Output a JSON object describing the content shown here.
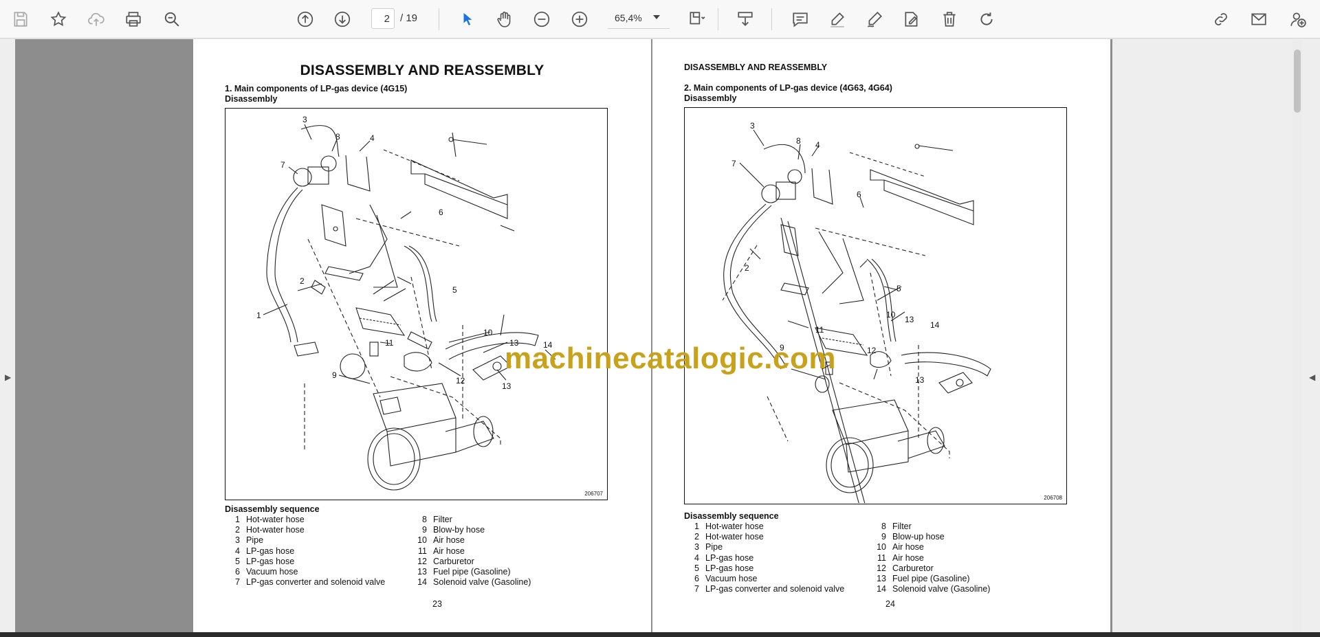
{
  "toolbar": {
    "page_current": "2",
    "page_total": "/ 19",
    "zoom": "65,4%",
    "icons": [
      "save-icon",
      "bookmark-star-icon",
      "upload-cloud-icon",
      "print-icon",
      "zoom-search-icon",
      "prev-page-icon",
      "next-page-icon",
      "select-cursor-icon",
      "hand-tool-icon",
      "zoom-out-icon",
      "zoom-in-icon",
      "page-fit-icon",
      "scroll-mode-icon",
      "comment-icon",
      "highlight-icon",
      "draw-icon",
      "fill-sign-icon",
      "delete-icon",
      "rotate-icon",
      "share-link-icon",
      "mail-icon",
      "add-user-icon"
    ]
  },
  "watermark": "machinecatalogic.com",
  "left_page": {
    "title": "DISASSEMBLY AND REASSEMBLY",
    "section": "1. Main components of LP-gas device (4G15)",
    "subsection": "Disassembly",
    "figure_id": "206707",
    "callouts": [
      "1",
      "2",
      "3",
      "4",
      "5",
      "6",
      "7",
      "8",
      "9",
      "10",
      "11",
      "12",
      "13",
      "13",
      "14"
    ],
    "sequence_title": "Disassembly sequence",
    "sequence_col1": [
      {
        "n": "1",
        "label": "Hot-water hose"
      },
      {
        "n": "2",
        "label": "Hot-water hose"
      },
      {
        "n": "3",
        "label": "Pipe"
      },
      {
        "n": "4",
        "label": "LP-gas hose"
      },
      {
        "n": "5",
        "label": "LP-gas hose"
      },
      {
        "n": "6",
        "label": "Vacuum hose"
      },
      {
        "n": "7",
        "label": "LP-gas converter and solenoid valve"
      }
    ],
    "sequence_col2": [
      {
        "n": "8",
        "label": "Filter"
      },
      {
        "n": "9",
        "label": "Blow-by hose"
      },
      {
        "n": "10",
        "label": "Air hose"
      },
      {
        "n": "11",
        "label": "Air hose"
      },
      {
        "n": "12",
        "label": "Carburetor"
      },
      {
        "n": "13",
        "label": "Fuel pipe (Gasoline)"
      },
      {
        "n": "14",
        "label": "Solenoid valve (Gasoline)"
      }
    ],
    "page_number": "23"
  },
  "right_page": {
    "header": "DISASSEMBLY AND REASSEMBLY",
    "section": "2. Main components of LP-gas device (4G63, 4G64)",
    "subsection": "Disassembly",
    "figure_id": "206708",
    "callouts": [
      "2",
      "3",
      "4",
      "5",
      "6",
      "7",
      "8",
      "9",
      "10",
      "11",
      "12",
      "13",
      "13",
      "14"
    ],
    "sequence_title": "Disassembly sequence",
    "sequence_col1": [
      {
        "n": "1",
        "label": "Hot-water hose"
      },
      {
        "n": "2",
        "label": "Hot-water hose"
      },
      {
        "n": "3",
        "label": "Pipe"
      },
      {
        "n": "4",
        "label": "LP-gas hose"
      },
      {
        "n": "5",
        "label": "LP-gas hose"
      },
      {
        "n": "6",
        "label": "Vacuum hose"
      },
      {
        "n": "7",
        "label": "LP-gas converter and solenoid valve"
      }
    ],
    "sequence_col2": [
      {
        "n": "8",
        "label": "Filter"
      },
      {
        "n": "9",
        "label": "Blow-up hose"
      },
      {
        "n": "10",
        "label": "Air hose"
      },
      {
        "n": "11",
        "label": "Air hose"
      },
      {
        "n": "12",
        "label": "Carburetor"
      },
      {
        "n": "13",
        "label": "Fuel pipe (Gasoline)"
      },
      {
        "n": "14",
        "label": "Solenoid valve (Gasoline)"
      }
    ],
    "page_number": "24"
  },
  "colors": {
    "accent": "#1a73e8",
    "watermark": "#c7a21a",
    "icon": "#555555"
  }
}
